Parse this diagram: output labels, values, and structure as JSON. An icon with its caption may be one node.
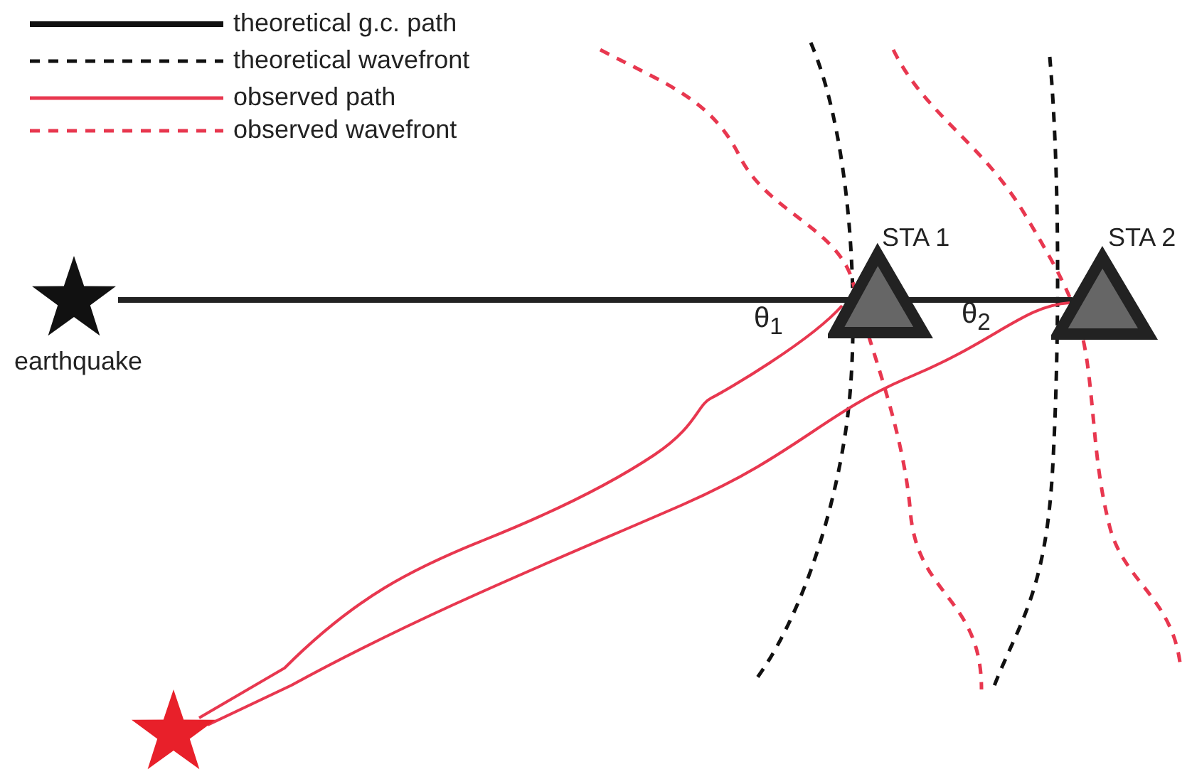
{
  "diagram": {
    "nodes": [
      {
        "text": [
          "earthquake"
        ]
      },
      {
        "text": [
          "STA 1"
        ]
      },
      {
        "text": [
          "STA 2"
        ]
      },
      {
        "text": [],
        "shape": "star"
      }
    ],
    "edges": [
      {
        "from": 0,
        "to": 1,
        "arrow": "none",
        "style": "thick"
      },
      {
        "from": 1,
        "to": 2,
        "arrow": "none",
        "style": "thick"
      },
      {
        "from": 3,
        "to": 1,
        "arrow": "none",
        "color": "#e8374f"
      },
      {
        "from": 3,
        "to": 2,
        "arrow": "none",
        "color": "#e8374f"
      }
    ],
    "labels": [
      "θ$_{1}$",
      "θ$_{2}$"
    ],
    "legend": [
      {
        "text": "theoretical g.c. path"
      },
      {
        "text": "theoretical wavefront"
      },
      {
        "text": "observed path"
      },
      {
        "text": "observed wavefront"
      }
    ]
  }
}
